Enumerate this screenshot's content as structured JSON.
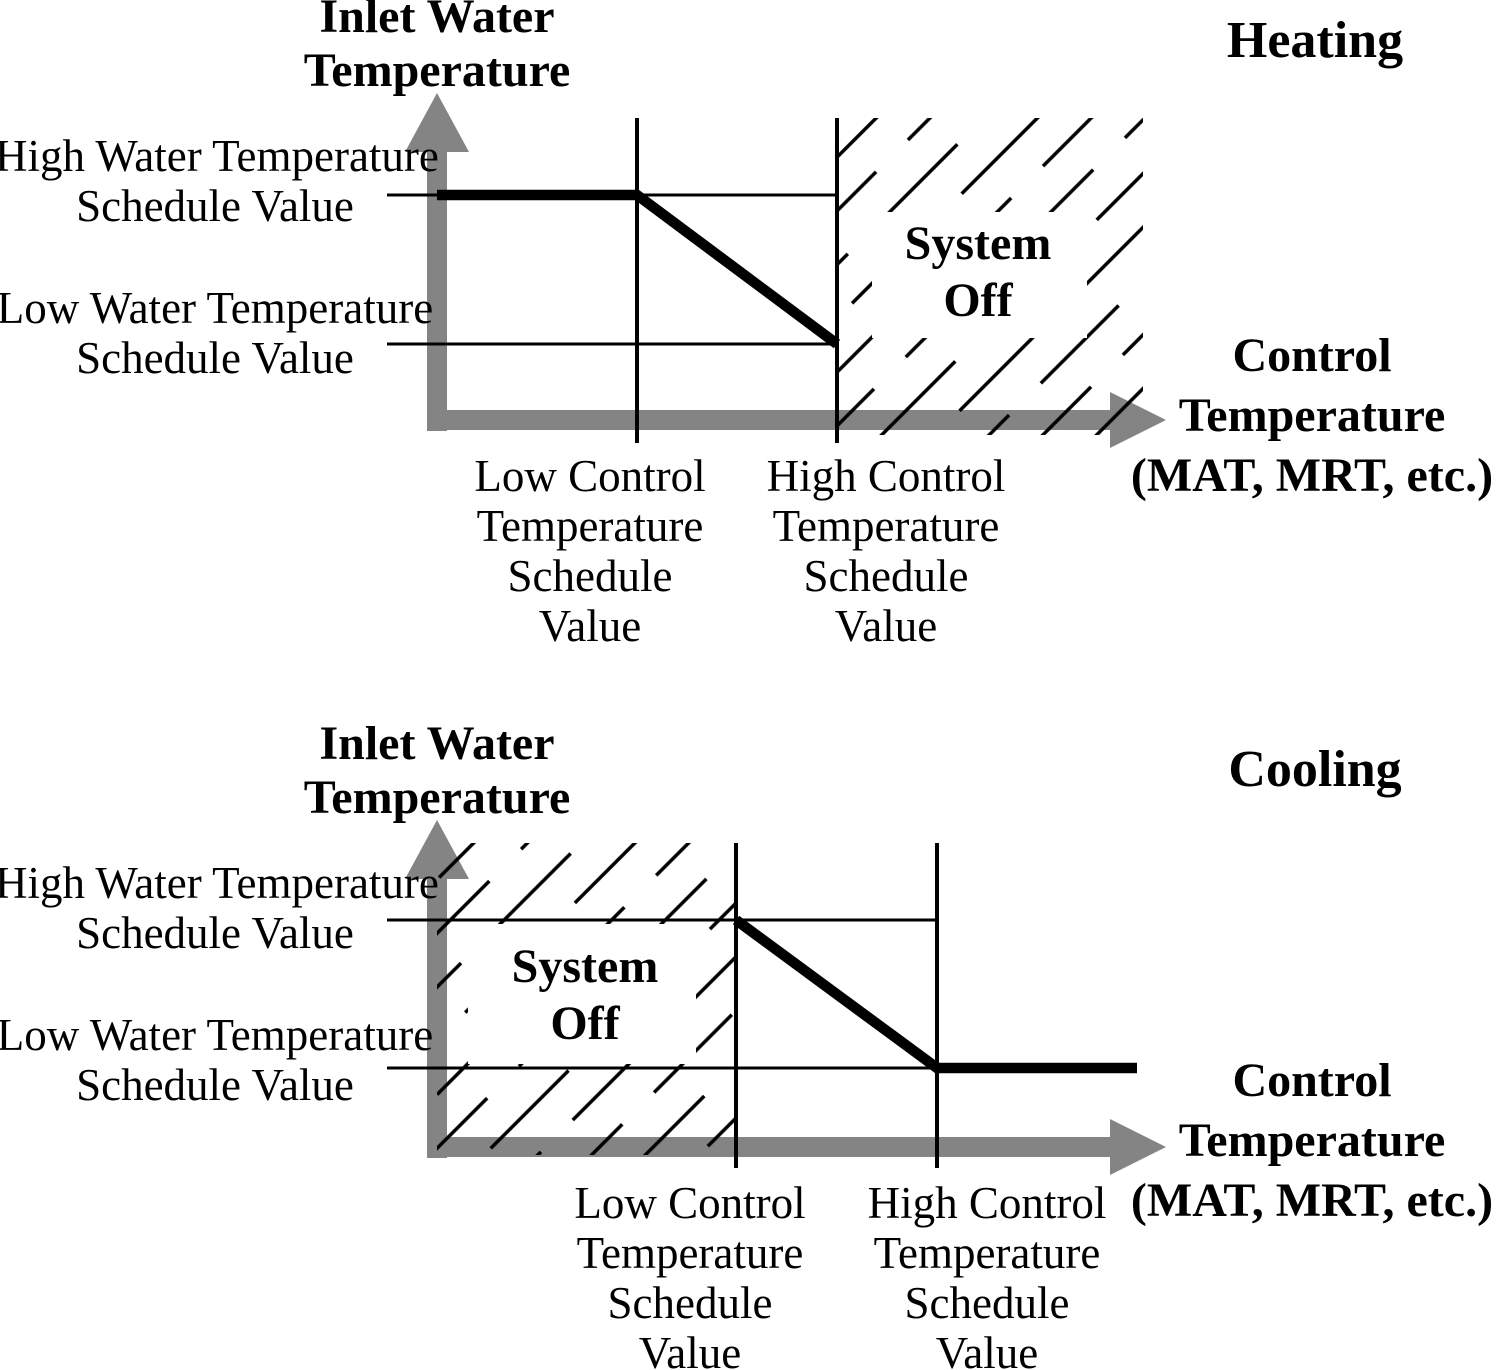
{
  "colors": {
    "axis_gray": "#848484",
    "ink": "#000000",
    "background": "#ffffff"
  },
  "charts": [
    {
      "mode_title": "Heating",
      "y_axis_title_line1": "Inlet Water",
      "y_axis_title_line2": "Temperature",
      "high_water_line1": "High Water Temperature",
      "high_water_line2": "Schedule Value",
      "low_water_line1": "Low Water Temperature",
      "low_water_line2": "Schedule Value",
      "low_control_line1": "Low Control",
      "low_control_line2": "Temperature",
      "low_control_line3": "Schedule",
      "low_control_line4": "Value",
      "high_control_line1": "High Control",
      "high_control_line2": "Temperature",
      "high_control_line3": "Schedule",
      "high_control_line4": "Value",
      "x_axis_title_line1": "Control",
      "x_axis_title_line2": "Temperature",
      "x_axis_title_line3": "(MAT, MRT, etc.)",
      "system_off_line1": "System",
      "system_off_line2": "Off"
    },
    {
      "mode_title": "Cooling",
      "y_axis_title_line1": "Inlet Water",
      "y_axis_title_line2": "Temperature",
      "high_water_line1": "High Water Temperature",
      "high_water_line2": "Schedule Value",
      "low_water_line1": "Low Water Temperature",
      "low_water_line2": "Schedule Value",
      "low_control_line1": "Low Control",
      "low_control_line2": "Temperature",
      "low_control_line3": "Schedule",
      "low_control_line4": "Value",
      "high_control_line1": "High Control",
      "high_control_line2": "Temperature",
      "high_control_line3": "Schedule",
      "high_control_line4": "Value",
      "x_axis_title_line1": "Control",
      "x_axis_title_line2": "Temperature",
      "x_axis_title_line3": "(MAT, MRT, etc.)",
      "system_off_line1": "System",
      "system_off_line2": "Off"
    }
  ]
}
